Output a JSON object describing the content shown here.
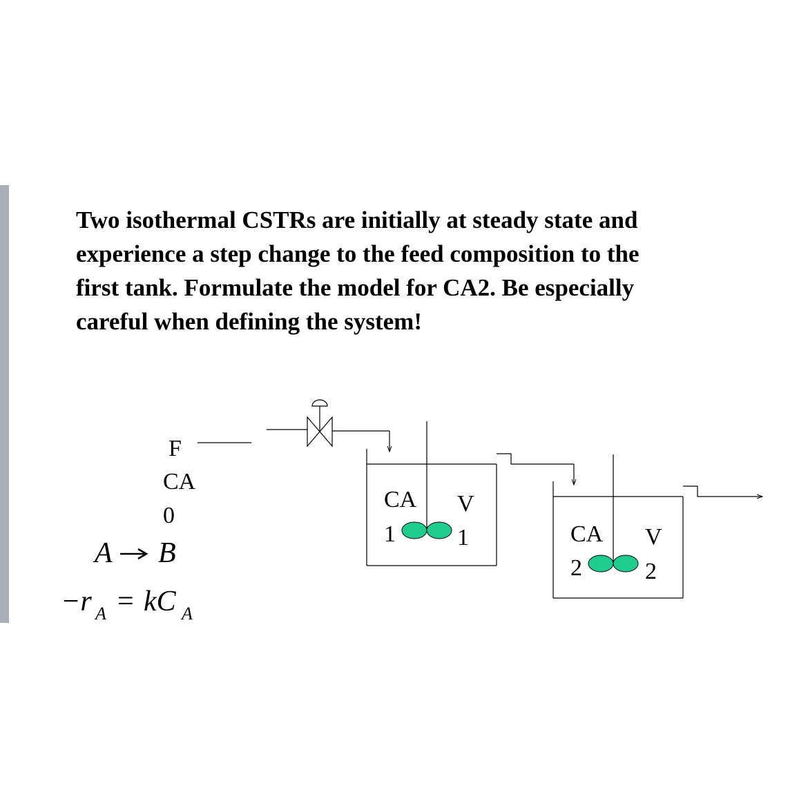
{
  "problem": {
    "lines": [
      "Two isothermal CSTRs are initially at steady state and",
      "experience a step change to the feed composition to the",
      "first tank.  Formulate the model for CA2.  Be especially",
      "careful when defining the system!"
    ]
  },
  "feed": {
    "flow_label": "F",
    "conc_label_a": "CA",
    "conc_label_b": "0"
  },
  "reaction": {
    "reactant": "A",
    "product": "B"
  },
  "rate_law": {
    "lhs": "−r",
    "lhs_sub": "A",
    "equals": "=",
    "rhs": "kC",
    "rhs_sub": "A"
  },
  "tank1": {
    "conc_a": "CA",
    "conc_b": "1",
    "vol_a": "V",
    "vol_b": "1"
  },
  "tank2": {
    "conc_a": "CA",
    "conc_b": "2",
    "vol_a": "V",
    "vol_b": "2"
  },
  "colors": {
    "impeller": "#1fcc8f",
    "side_bar": "#a9aeb8"
  },
  "icons": [
    "control-valve-icon",
    "impeller-icon",
    "flow-arrow-icon"
  ]
}
